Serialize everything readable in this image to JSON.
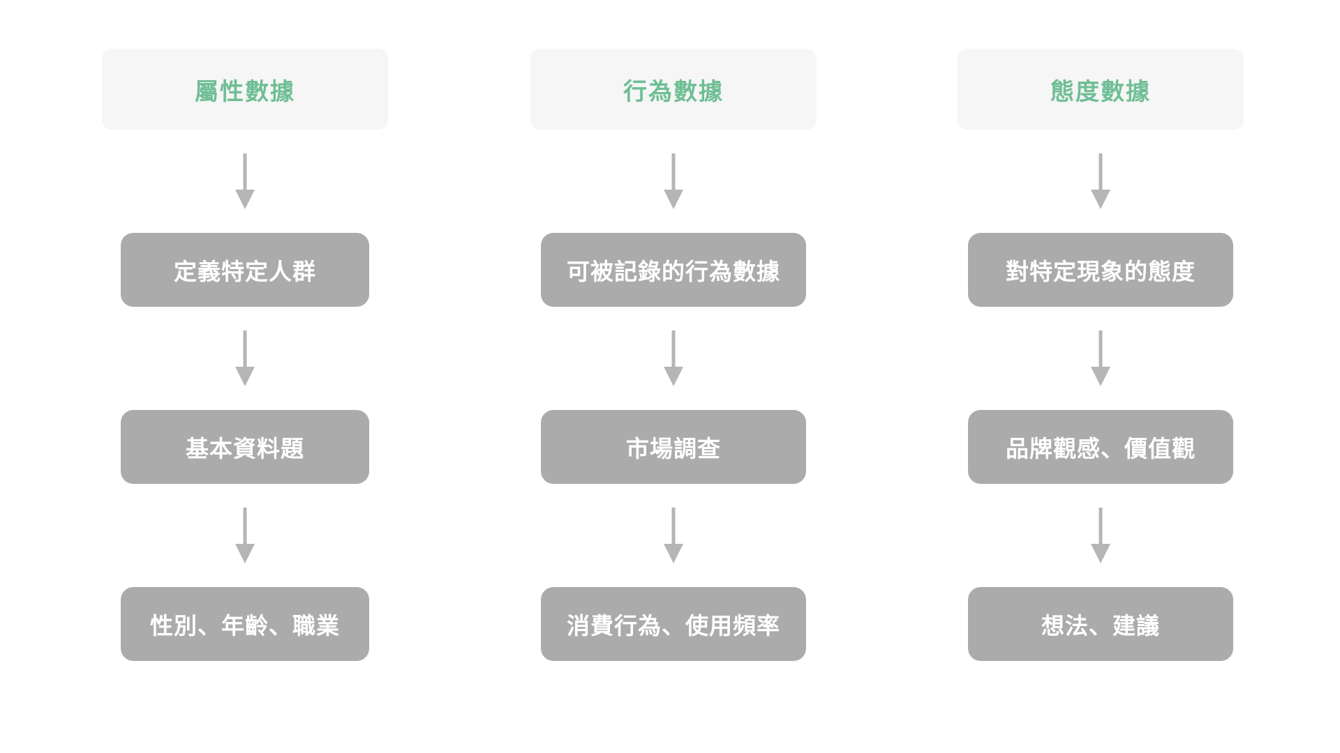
{
  "diagram": {
    "title": "survey-data-types-flowchart",
    "columns": [
      {
        "id": "attribute-data",
        "header": "屬性數據",
        "boxes": [
          "定義特定人群",
          "基本資料題",
          "性別、年齡、職業"
        ]
      },
      {
        "id": "behavior-data",
        "header": "行為數據",
        "boxes": [
          "可被記錄的行為數據",
          "市場調查",
          "消費行為、使用頻率"
        ]
      },
      {
        "id": "attitude-data",
        "header": "態度數據",
        "boxes": [
          "對特定現象的態度",
          "品牌觀感、價值觀",
          "想法、建議"
        ]
      }
    ],
    "colors": {
      "background": "#ffffff",
      "header_bg": "#f5f6f5",
      "header_text": "#6fbe95",
      "box_bg": "#ababab",
      "box_text": "#ffffff",
      "arrow": "#b5b5b5"
    }
  }
}
